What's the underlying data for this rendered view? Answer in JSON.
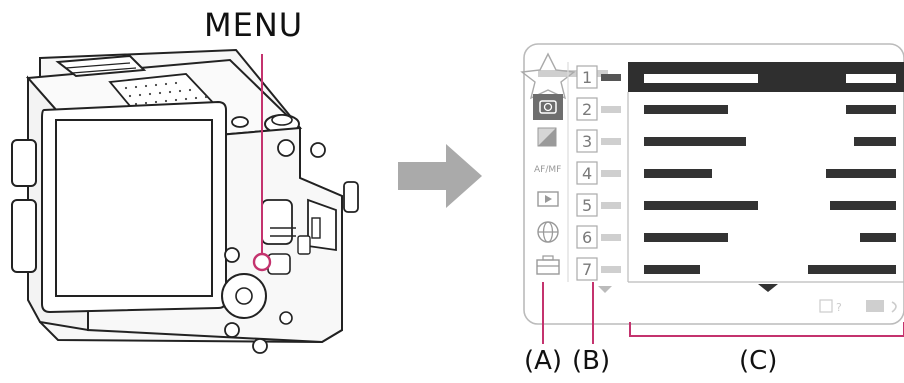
{
  "camera": {
    "button_label": "MENU"
  },
  "menu_screen": {
    "rows": [
      "1",
      "2",
      "3",
      "4",
      "5",
      "6",
      "7"
    ],
    "category_icons": [
      "star-icon",
      "camera-icon",
      "exposure-icon",
      "focus-icon",
      "playback-icon",
      "network-icon",
      "toolbox-icon"
    ],
    "selected_row": 1
  },
  "callouts": {
    "a": "(A)",
    "b": "(B)",
    "c": "(C)"
  },
  "colors": {
    "leader_line": "#c4336e",
    "arrow": "#aaaaaa",
    "selected_row": "#2f2f2f",
    "bars": "#333333"
  }
}
